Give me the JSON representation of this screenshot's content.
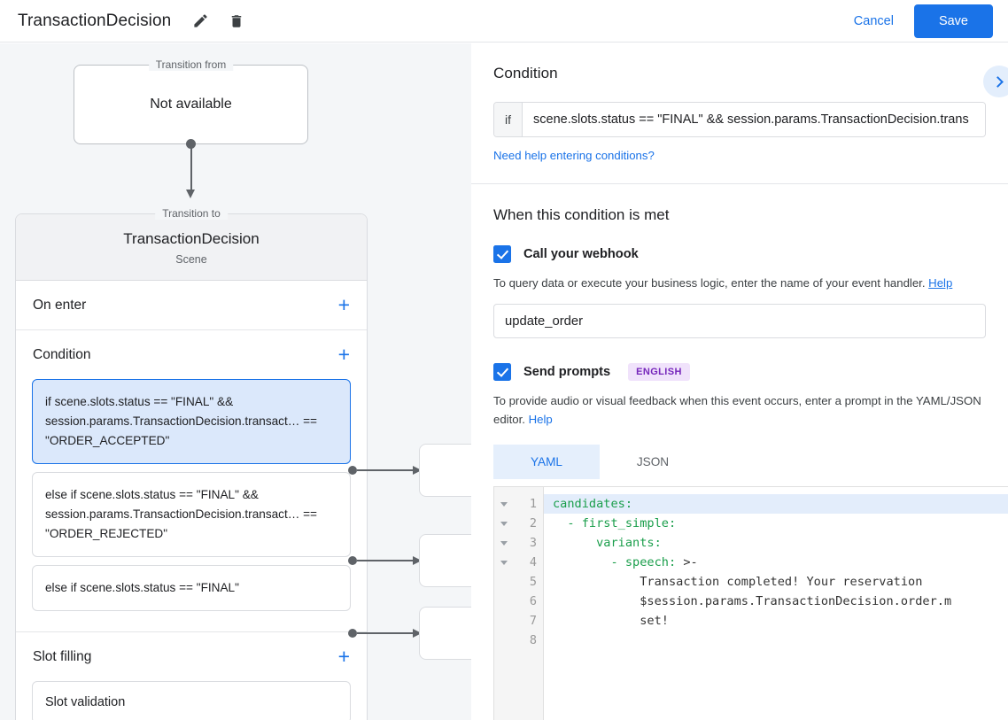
{
  "topbar": {
    "title": "TransactionDecision",
    "edit_icon": "pencil-icon",
    "delete_icon": "trash-icon",
    "cancel_label": "Cancel",
    "save_label": "Save",
    "accent_color": "#1a73e8"
  },
  "canvas": {
    "transition_from": {
      "legend": "Transition from",
      "value": "Not available"
    },
    "transition_to": {
      "legend": "Transition to",
      "scene_name": "TransactionDecision",
      "scene_type": "Scene"
    },
    "sections": [
      {
        "label": "On enter",
        "add_label": "+"
      },
      {
        "label": "Condition",
        "add_label": "+"
      },
      {
        "label": "Slot filling",
        "add_label": "+"
      }
    ],
    "conditions": [
      {
        "text": "if scene.slots.status == \"FINAL\" && session.params.TransactionDecision.transact… == \"ORDER_ACCEPTED\"",
        "selected": true
      },
      {
        "text": "else if scene.slots.status == \"FINAL\" && session.params.TransactionDecision.transact… == \"ORDER_REJECTED\"",
        "selected": false
      },
      {
        "text": "else if scene.slots.status == \"FINAL\"",
        "selected": false
      }
    ],
    "slot_filling": [
      {
        "text": "Slot validation"
      }
    ]
  },
  "right_panel": {
    "condition_heading": "Condition",
    "collapse_icon": "chevron-right-icon",
    "if_label": "if",
    "if_value": "scene.slots.status == \"FINAL\" && session.params.TransactionDecision.trans",
    "help_conditions_link": "Need help entering conditions?",
    "met_heading": "When this condition is met",
    "webhook": {
      "checked": true,
      "label": "Call your webhook",
      "description": "To query data or execute your business logic, enter the name of your event handler.",
      "help_label": "Help",
      "value": "update_order"
    },
    "prompts": {
      "checked": true,
      "label": "Send prompts",
      "badge": "ENGLISH",
      "badge_bg": "#f0e2fb",
      "badge_color": "#7627bb",
      "description": "To provide audio or visual feedback when this event occurs, enter a prompt in the YAML/JSON editor.",
      "help_label": "Help",
      "tabs": [
        {
          "label": "YAML",
          "active": true
        },
        {
          "label": "JSON",
          "active": false
        }
      ]
    },
    "editor": {
      "line_numbers": [
        "1",
        "2",
        "3",
        "4",
        "5",
        "6",
        "7",
        "8"
      ],
      "fold_rows": 4,
      "highlighted_line": 1,
      "lines": [
        {
          "n": 1,
          "key": "candidates:",
          "plain": ""
        },
        {
          "n": 2,
          "key": "  - first_simple:",
          "plain": ""
        },
        {
          "n": 3,
          "key": "      variants:",
          "plain": ""
        },
        {
          "n": 4,
          "key": "        - speech:",
          "plain": " >-"
        },
        {
          "n": 5,
          "key": "",
          "plain": "            Transaction completed! Your reservation"
        },
        {
          "n": 6,
          "key": "",
          "plain": "            $session.params.TransactionDecision.order.m"
        },
        {
          "n": 7,
          "key": "",
          "plain": "            set!"
        },
        {
          "n": 8,
          "key": "",
          "plain": ""
        }
      ]
    }
  }
}
